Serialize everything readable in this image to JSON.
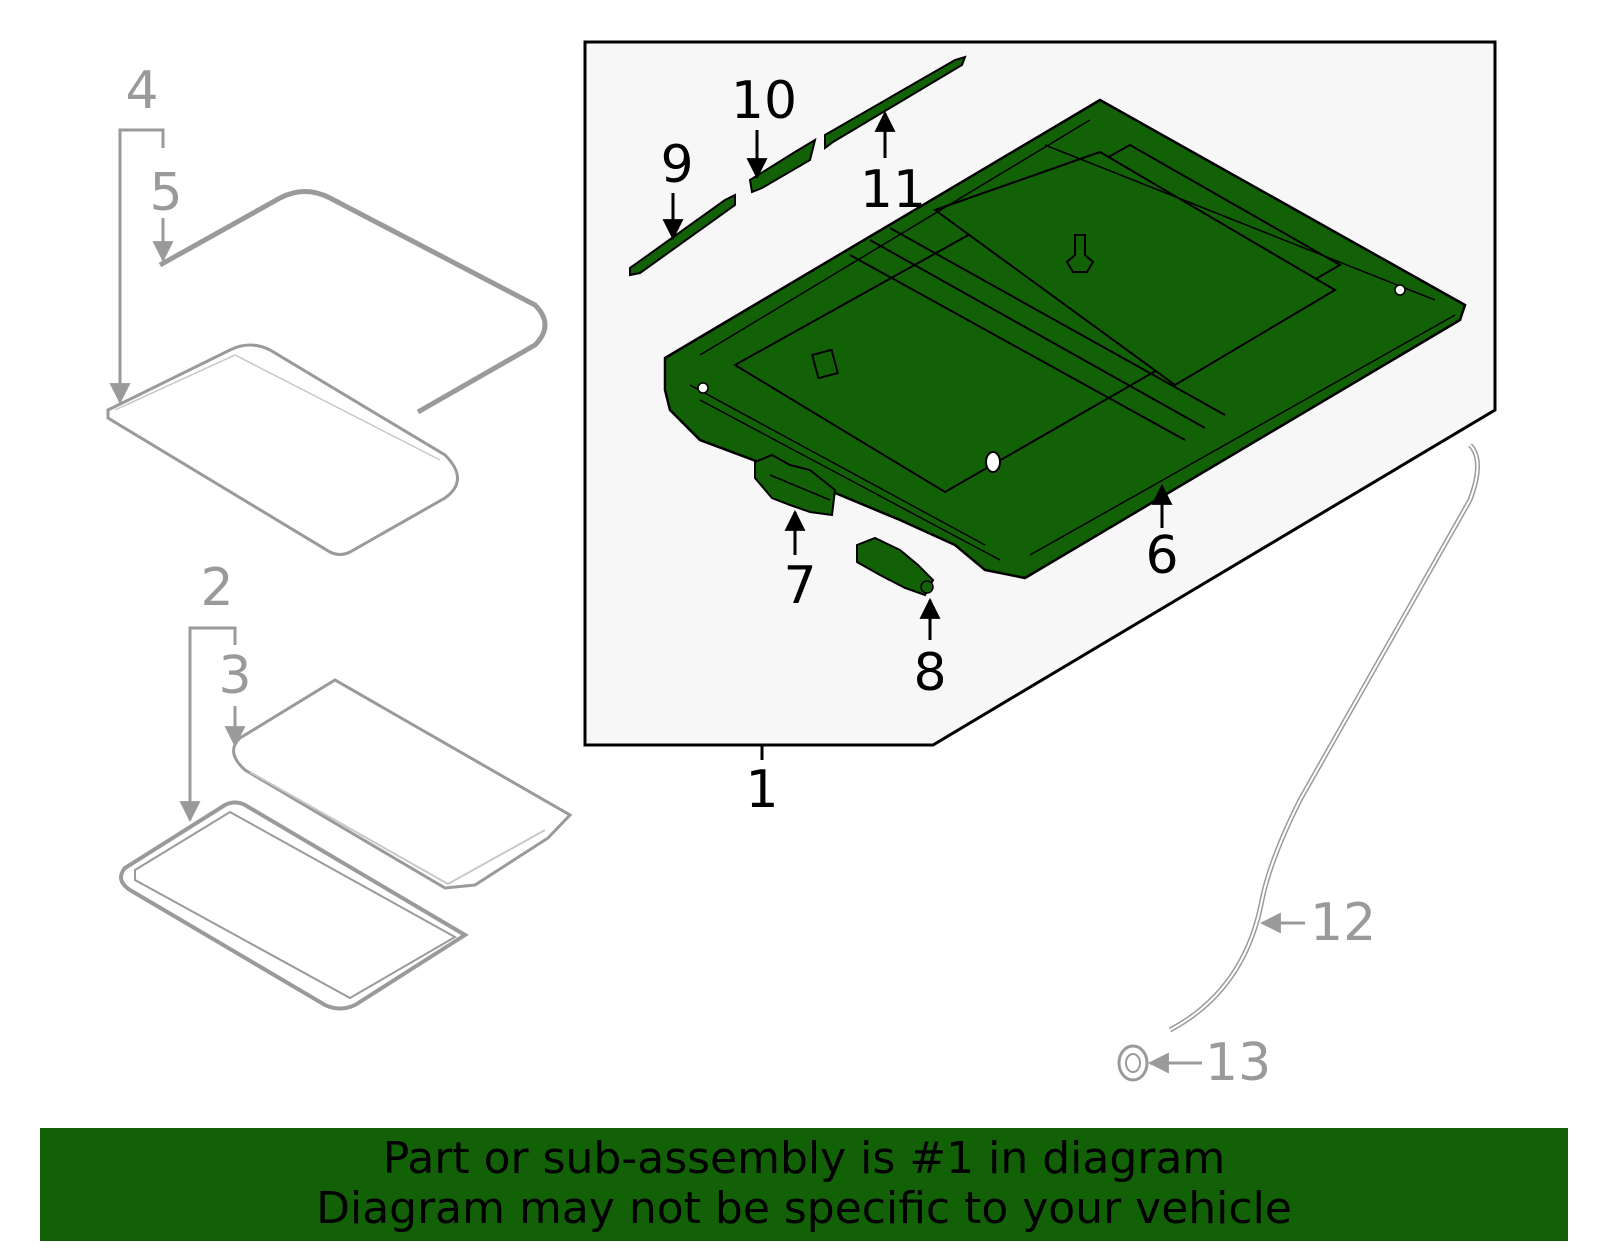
{
  "diagram": {
    "colors": {
      "highlight": "#126107",
      "grey_parts": "#9a9a9a",
      "inset_background": "#f7f7f7",
      "outline": "#000000"
    },
    "callouts": {
      "c1": "1",
      "c2": "2",
      "c3": "3",
      "c4": "4",
      "c5": "5",
      "c6": "6",
      "c7": "7",
      "c8": "8",
      "c9": "9",
      "c10": "10",
      "c11": "11",
      "c12": "12",
      "c13": "13"
    },
    "highlighted_parts": [
      "1",
      "6",
      "7",
      "8",
      "9",
      "10",
      "11"
    ]
  },
  "banner": {
    "line1": "Part or sub-assembly is #1 in diagram",
    "line2": "Diagram may not be specific to your vehicle"
  }
}
